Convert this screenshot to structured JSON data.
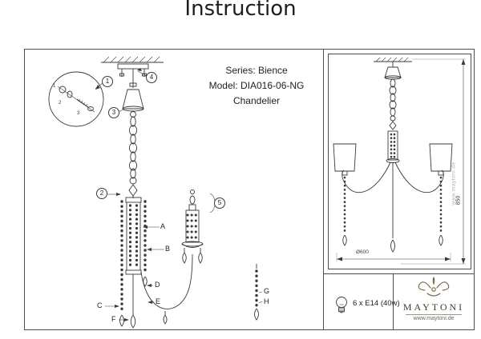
{
  "title": "Instruction",
  "product": {
    "series": "Series: Bience",
    "model": "Model: DIA016-06-NG",
    "type": "Chandelier"
  },
  "callouts": {
    "n1": "1",
    "n2": "2",
    "n3": "3",
    "n4": "4",
    "n5": "5",
    "pA": "A",
    "pB": "B",
    "pC": "C",
    "pD": "D",
    "pE": "E",
    "pF": "F",
    "pG": "G",
    "pH": "H",
    "d1": "1",
    "d2": "2",
    "d3": "3"
  },
  "drawing": {
    "height_dim": "850",
    "diameter_dim": "Ø600",
    "watermark": "www.maytoni.de"
  },
  "lamp_spec": "6 x E14 (40w)",
  "brand": {
    "name": "MAYTONI",
    "website": "www.maytoni.de"
  },
  "colors": {
    "line": "#3a3a3a",
    "border": "#4d4d4d",
    "brand_text": "#3f3e2f",
    "emblem": "#6e653c",
    "watermark": "#b0b0b0"
  }
}
